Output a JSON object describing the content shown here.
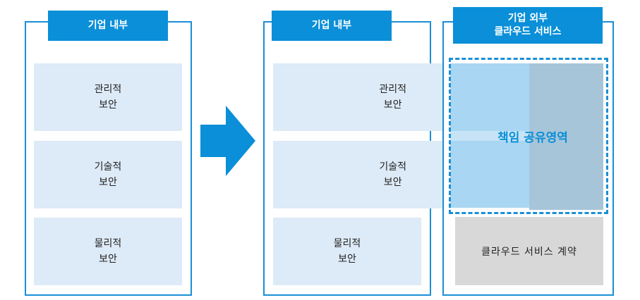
{
  "left_panel": {
    "header": "기업 내부",
    "cells": [
      "관리적\n보안",
      "기술적\n보안",
      "물리적\n보안"
    ]
  },
  "middle_panel": {
    "header": "기업 내부",
    "cells": [
      "관리적\n보안",
      "기술적\n보안",
      "물리적\n보안"
    ]
  },
  "right_panel": {
    "header_line1": "기업 외부",
    "header_line2": "클라우드 서비스",
    "shared_zone_label": "책임 공유영역",
    "contract_label": "클라우드  서비스  계약"
  },
  "colors": {
    "accent": "#0a8fd8",
    "border": "#1a8fd6",
    "cell_fill": "#ddeaf7",
    "gray_fill": "#d8d8d8"
  }
}
